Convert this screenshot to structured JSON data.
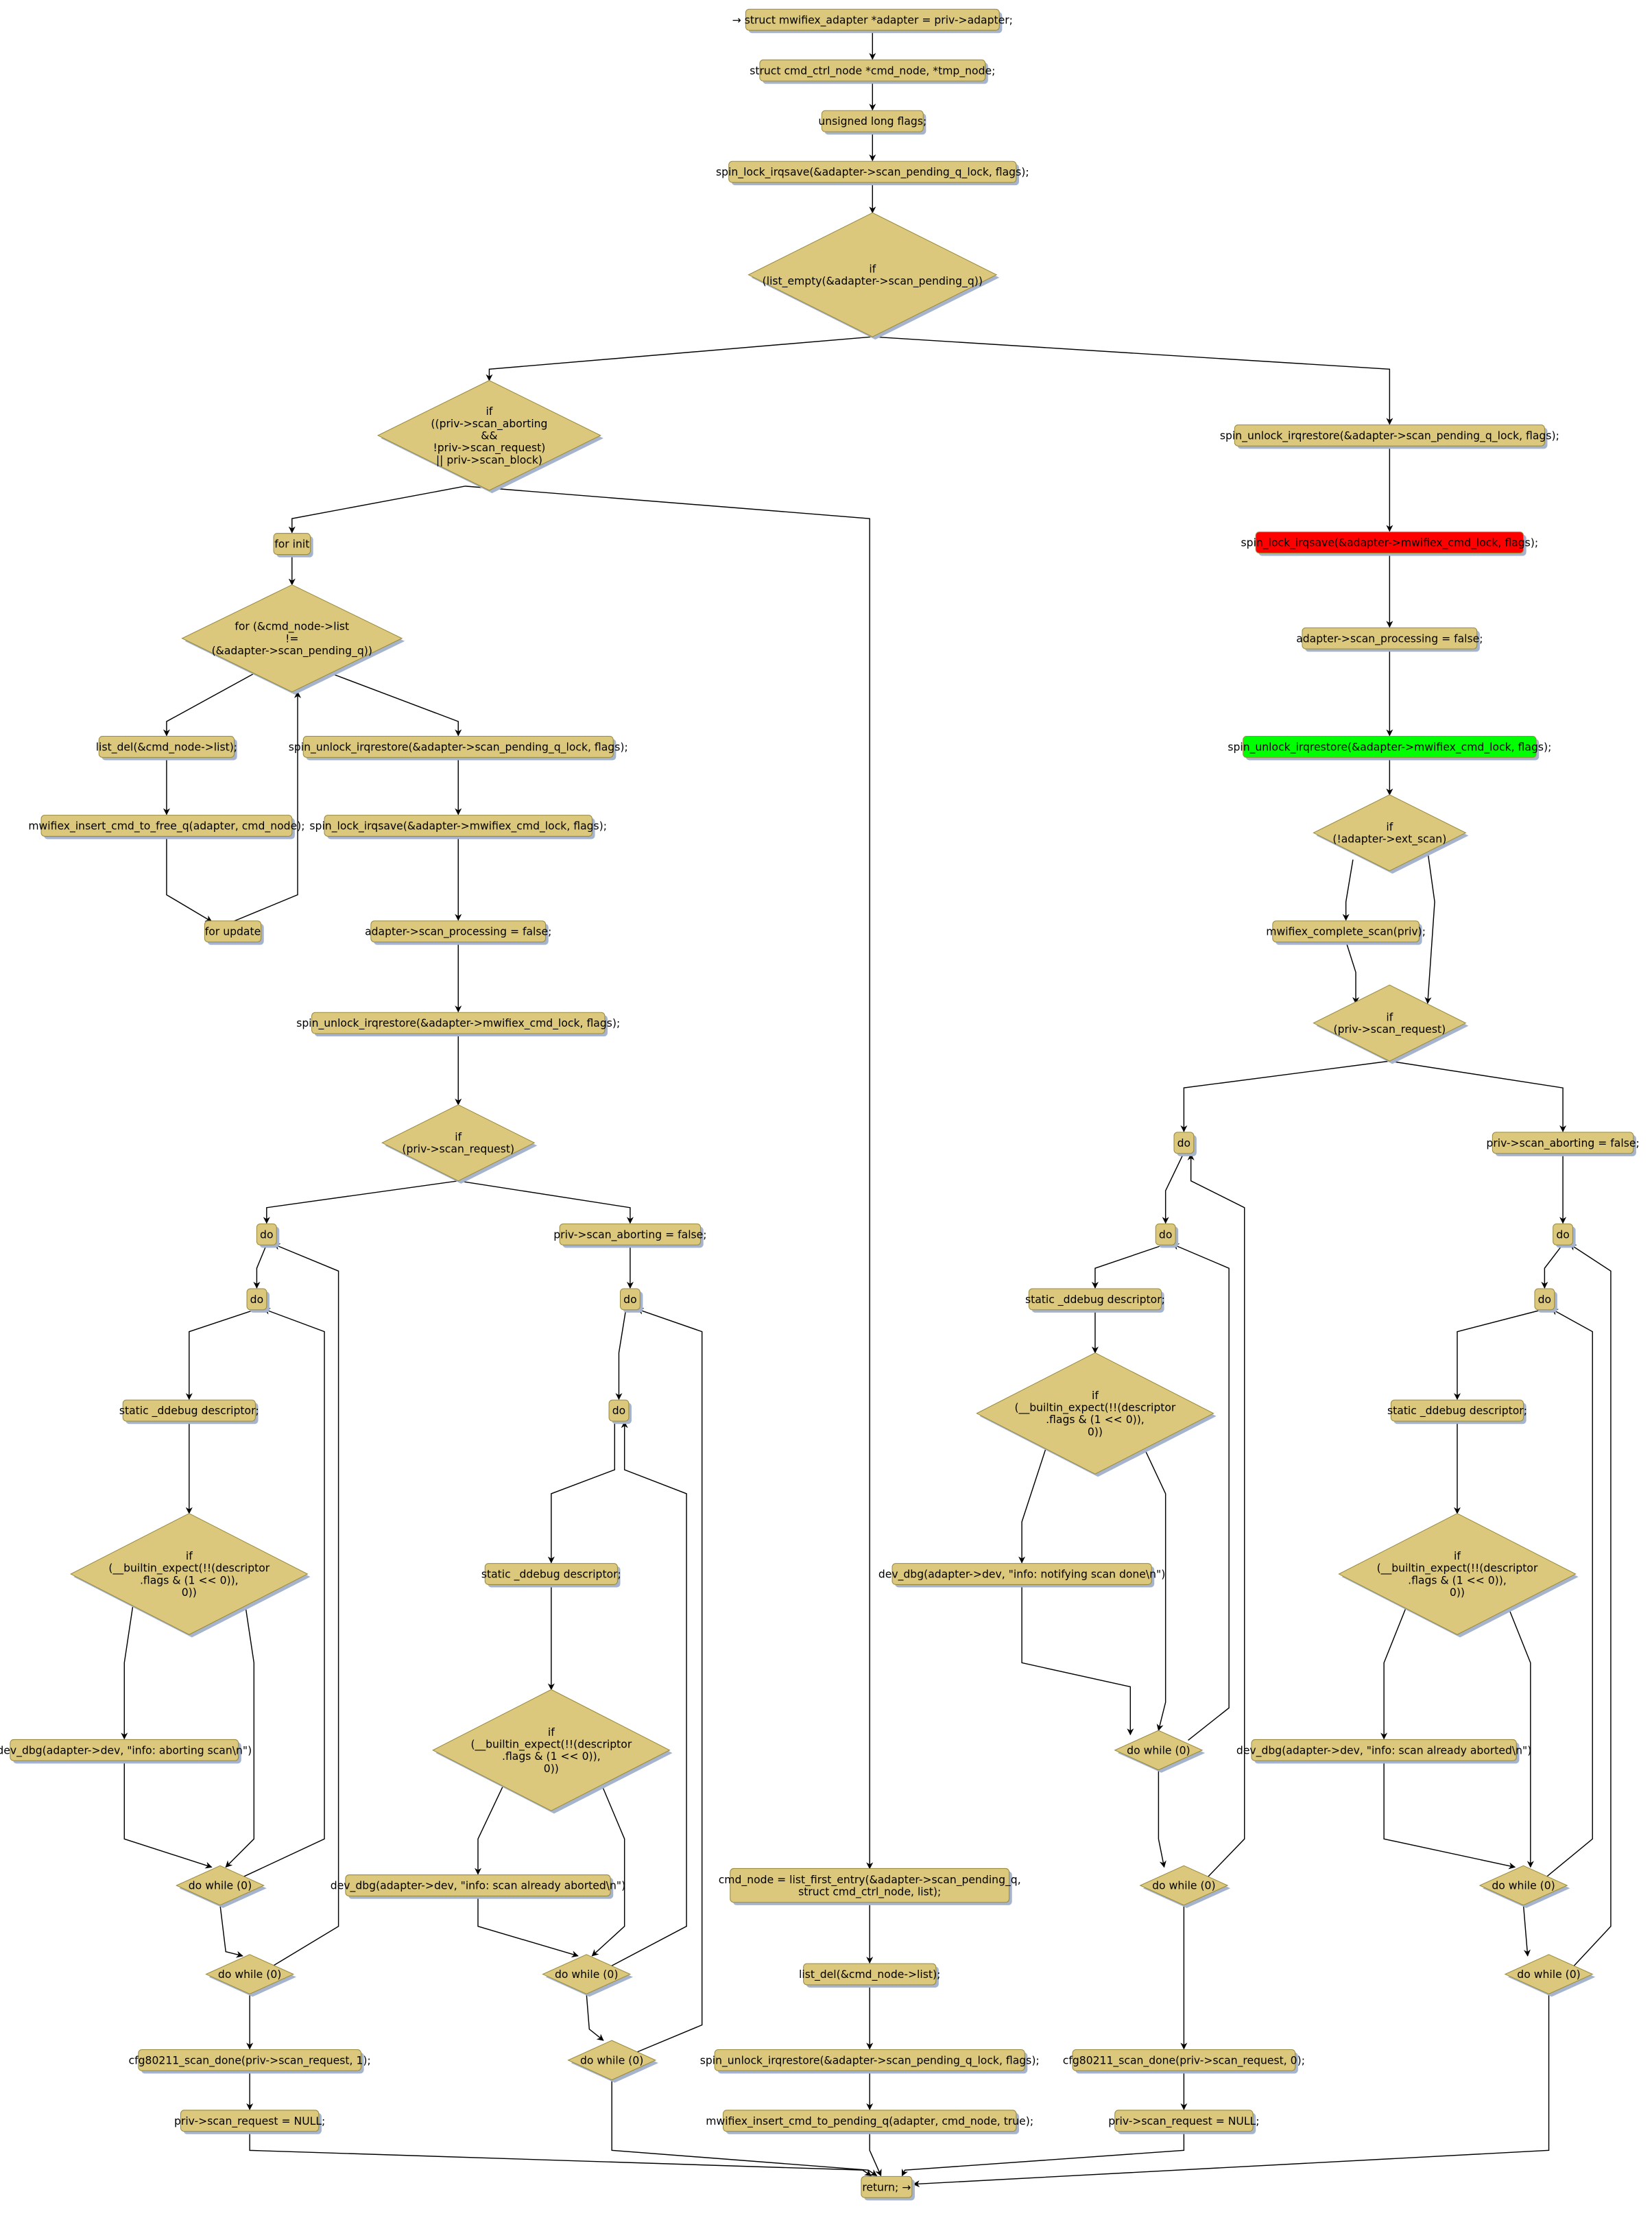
{
  "colors": {
    "node_fill": "#dbc87d",
    "node_stroke": "#9a8a3c",
    "shadow": "#a5b4cc",
    "highlight_red": "#ff0000",
    "highlight_green": "#00ff00",
    "edge": "#000000"
  },
  "nodes": {
    "n1": {
      "lines": [
        "→ struct mwifiex_adapter *adapter = priv->adapter;"
      ]
    },
    "n2": {
      "lines": [
        "struct cmd_ctrl_node *cmd_node, *tmp_node;"
      ]
    },
    "n3": {
      "lines": [
        "unsigned long flags;"
      ]
    },
    "n4": {
      "lines": [
        "spin_lock_irqsave(&adapter->scan_pending_q_lock, flags);"
      ]
    },
    "d1": {
      "lines": [
        "if",
        "(list_empty(&adapter->scan_pending_q))"
      ]
    },
    "d2": {
      "lines": [
        "if",
        "((priv->scan_aborting",
        "&&",
        "!priv->scan_request)",
        "|| priv->scan_block)"
      ]
    },
    "r1": {
      "lines": [
        "spin_unlock_irqrestore(&adapter->scan_pending_q_lock, flags);"
      ]
    },
    "r2": {
      "lines": [
        "spin_lock_irqsave(&adapter->mwifiex_cmd_lock, flags);"
      ],
      "color": "red"
    },
    "r3": {
      "lines": [
        "adapter->scan_processing = false;"
      ]
    },
    "r4": {
      "lines": [
        "spin_unlock_irqrestore(&adapter->mwifiex_cmd_lock, flags);"
      ],
      "color": "green"
    },
    "rd1": {
      "lines": [
        "if",
        "(!adapter->ext_scan)"
      ]
    },
    "r5": {
      "lines": [
        "mwifiex_complete_scan(priv);"
      ]
    },
    "rd2": {
      "lines": [
        "if",
        "(priv->scan_request)"
      ]
    },
    "forinit": {
      "lines": [
        "for init"
      ]
    },
    "fd": {
      "lines": [
        "for (&cmd_node->list",
        "!=",
        "(&adapter->scan_pending_q))"
      ]
    },
    "l1": {
      "lines": [
        "list_del(&cmd_node->list);"
      ]
    },
    "l2": {
      "lines": [
        "mwifiex_insert_cmd_to_free_q(adapter, cmd_node);"
      ]
    },
    "forupdate": {
      "lines": [
        "for update"
      ]
    },
    "s1": {
      "lines": [
        "spin_unlock_irqrestore(&adapter->scan_pending_q_lock, flags);"
      ]
    },
    "s2": {
      "lines": [
        "spin_lock_irqsave(&adapter->mwifiex_cmd_lock, flags);"
      ]
    },
    "s3": {
      "lines": [
        "adapter->scan_processing = false;"
      ]
    },
    "s4": {
      "lines": [
        "spin_unlock_irqrestore(&adapter->mwifiex_cmd_lock, flags);"
      ]
    },
    "dL": {
      "lines": [
        "if",
        "(priv->scan_request)"
      ]
    },
    "doL1": {
      "lines": [
        "do"
      ]
    },
    "doL2": {
      "lines": [
        "do"
      ]
    },
    "stL": {
      "lines": [
        "static _ddebug descriptor;"
      ]
    },
    "diaL": {
      "lines": [
        "if",
        "(__builtin_expect(!!(descriptor",
        ".flags & (1 << 0)),",
        "0))"
      ]
    },
    "devL": {
      "lines": [
        "dev_dbg(adapter->dev, \"info: aborting scan\\n\")"
      ]
    },
    "dwL1": {
      "lines": [
        "do while (0)"
      ]
    },
    "dwL2": {
      "lines": [
        "do while (0)"
      ]
    },
    "cfgL": {
      "lines": [
        "cfg80211_scan_done(priv->scan_request, 1);"
      ]
    },
    "nullL": {
      "lines": [
        "priv->scan_request = NULL;"
      ]
    },
    "saL": {
      "lines": [
        "priv->scan_aborting = false;"
      ]
    },
    "doM1": {
      "lines": [
        "do"
      ]
    },
    "doM2": {
      "lines": [
        "do"
      ]
    },
    "stM": {
      "lines": [
        "static _ddebug descriptor;"
      ]
    },
    "diaM": {
      "lines": [
        "if",
        "(__builtin_expect(!!(descriptor",
        ".flags & (1 << 0)),",
        "0))"
      ]
    },
    "devM": {
      "lines": [
        "dev_dbg(adapter->dev, \"info: scan already aborted\\n\")"
      ]
    },
    "dwM1": {
      "lines": [
        "do while (0)"
      ]
    },
    "dwM2": {
      "lines": [
        "do while (0)"
      ]
    },
    "m1": {
      "lines": [
        "cmd_node = list_first_entry(&adapter->scan_pending_q,",
        "struct cmd_ctrl_node, list);"
      ]
    },
    "m2": {
      "lines": [
        "list_del(&cmd_node->list);"
      ]
    },
    "m3": {
      "lines": [
        "spin_unlock_irqrestore(&adapter->scan_pending_q_lock, flags);"
      ]
    },
    "m4": {
      "lines": [
        "mwifiex_insert_cmd_to_pending_q(adapter, cmd_node, true);"
      ]
    },
    "end": {
      "lines": [
        "return; →"
      ]
    },
    "doR1": {
      "lines": [
        "do"
      ]
    },
    "doR2": {
      "lines": [
        "do"
      ]
    },
    "stR": {
      "lines": [
        "static _ddebug descriptor;"
      ]
    },
    "diaR": {
      "lines": [
        "if",
        "(__builtin_expect(!!(descriptor",
        ".flags & (1 << 0)),",
        "0))"
      ]
    },
    "devR": {
      "lines": [
        "dev_dbg(adapter->dev, \"info: notifying scan done\\n\")"
      ]
    },
    "dwR1": {
      "lines": [
        "do while (0)"
      ]
    },
    "dwR2": {
      "lines": [
        "do while (0)"
      ]
    },
    "cfgR": {
      "lines": [
        "cfg80211_scan_done(priv->scan_request, 0);"
      ]
    },
    "nullR": {
      "lines": [
        "priv->scan_request = NULL;"
      ]
    },
    "saR": {
      "lines": [
        "priv->scan_aborting = false;"
      ]
    },
    "doF1": {
      "lines": [
        "do"
      ]
    },
    "doF2": {
      "lines": [
        "do"
      ]
    },
    "stF": {
      "lines": [
        "static _ddebug descriptor;"
      ]
    },
    "diaF": {
      "lines": [
        "if",
        "(__builtin_expect(!!(descriptor",
        ".flags & (1 << 0)),",
        "0))"
      ]
    },
    "devF": {
      "lines": [
        "dev_dbg(adapter->dev, \"info: scan already aborted\\n\")"
      ]
    },
    "dwF1": {
      "lines": [
        "do while (0)"
      ]
    },
    "dwF2": {
      "lines": [
        "do while (0)"
      ]
    }
  }
}
